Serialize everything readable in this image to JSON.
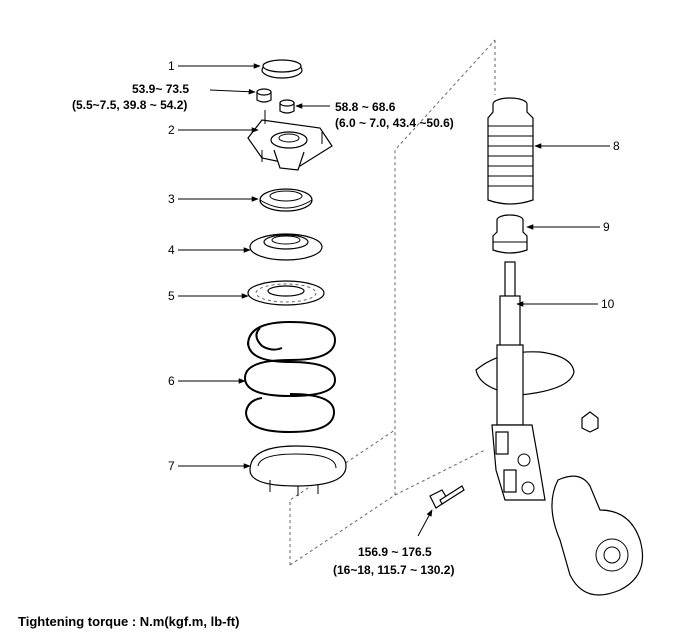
{
  "callouts": [
    "1",
    "2",
    "3",
    "4",
    "5",
    "6",
    "7",
    "8",
    "9",
    "10"
  ],
  "torques": {
    "nut_a_main": "53.9~ 73.5",
    "nut_a_sub": "(5.5~7.5, 39.8 ~ 54.2)",
    "nut_b_main": "58.8 ~ 68.6",
    "nut_b_sub": "(6.0 ~ 7.0, 43.4 ~50.6)",
    "bolt_main": "156.9 ~ 176.5",
    "bolt_sub": "(16~18, 115.7 ~ 130.2)"
  },
  "footer": "Tightening torque : N.m(kgf.m, lb-ft)"
}
